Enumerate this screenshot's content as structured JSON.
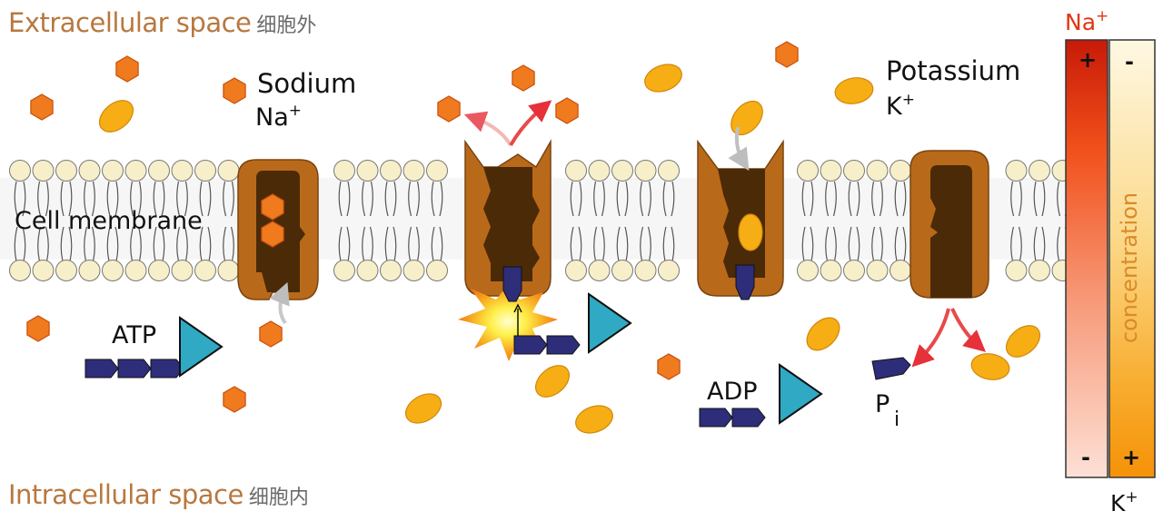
{
  "regions": {
    "extracellular": "Extracellular space",
    "extracellular_zh": "细胞外",
    "intracellular": "Intracellular space",
    "intracellular_zh": "细胞内"
  },
  "labels": {
    "sodium": "Sodium",
    "sodium_symbol": "Na",
    "potassium": "Potassium",
    "potassium_symbol": "K",
    "ion_charge": "+",
    "cell_membrane": "Cell membrane",
    "atp": "ATP",
    "adp": "ADP",
    "phosphate": "P",
    "phosphate_sub": "i"
  },
  "gradient_bar": {
    "na_label": "Na",
    "k_label": "K",
    "charge": "+",
    "na_top_sign": "+",
    "na_bottom_sign": "-",
    "k_top_sign": "-",
    "k_bottom_sign": "+",
    "axis_label": "concentration"
  },
  "colors": {
    "region_text": "#b8783f",
    "sodium_ion": "#f07a1e",
    "potassium_ion": "#f6ae14",
    "pump_outer": "#b86a1a",
    "pump_inner": "#4b2a08",
    "phosphate_group": "#2d2d7a",
    "nucleotide_head": "#2fa9c4",
    "membrane_head": "#f7efc9",
    "na_gradient_top": "#d81e0a",
    "k_gradient_bottom": "#f79a10"
  }
}
